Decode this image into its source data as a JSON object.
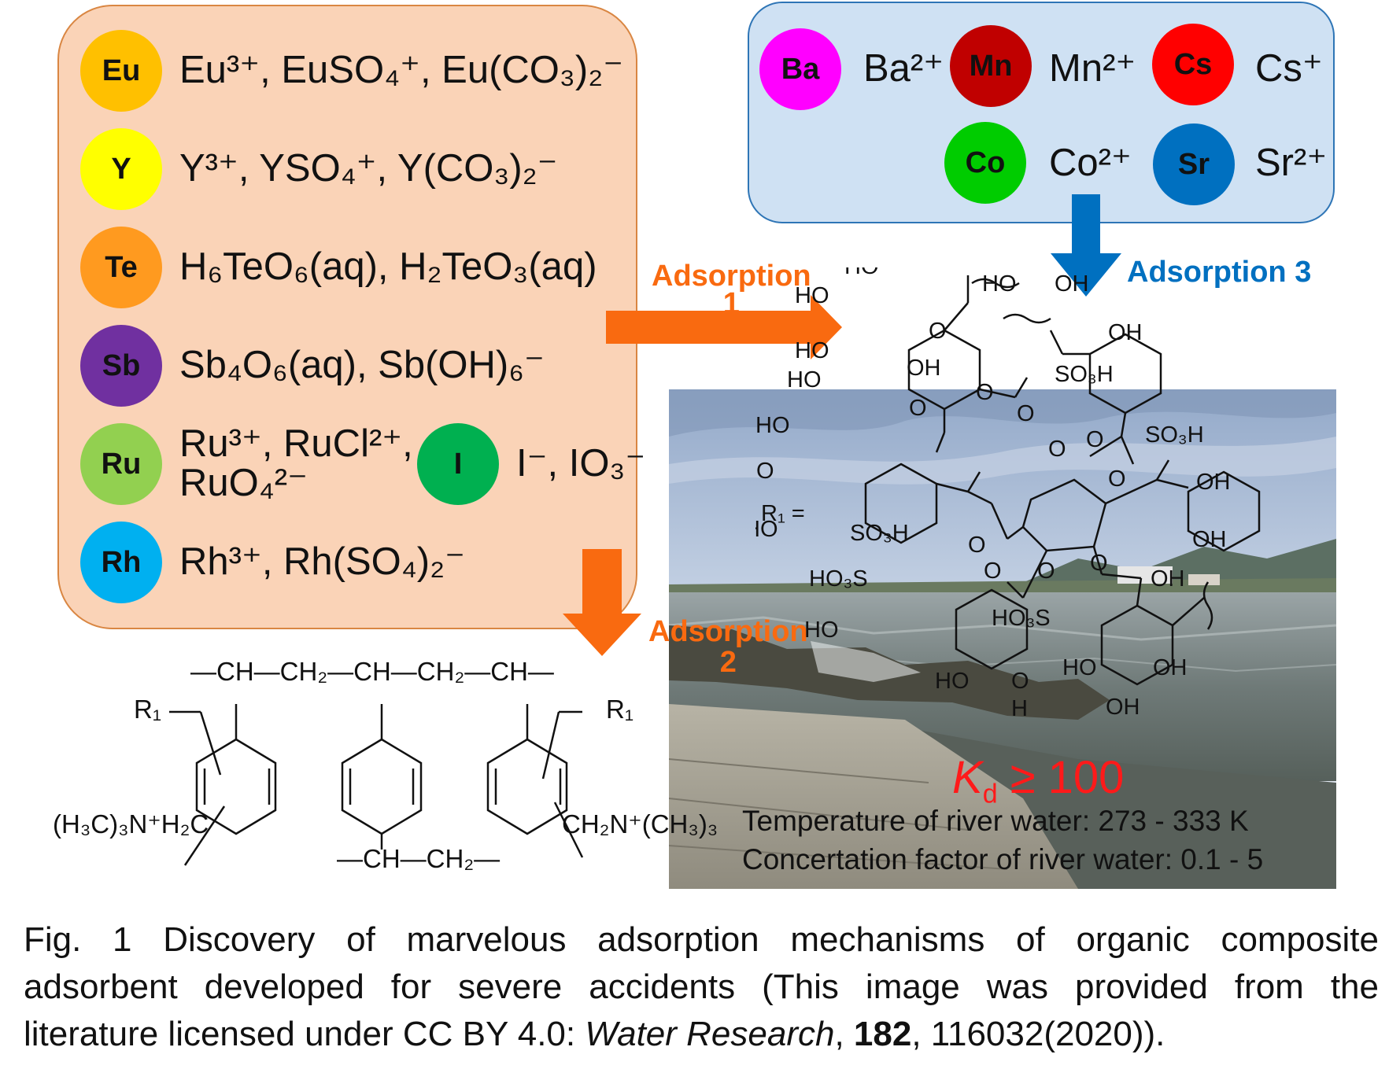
{
  "left_panel": {
    "rows": [
      {
        "symbol": "Eu",
        "color": "#ffc000",
        "text_color": "#111111",
        "species": "Eu³⁺, EuSO₄⁺, Eu(CO₃)₂⁻"
      },
      {
        "symbol": "Y",
        "color": "#ffff00",
        "text_color": "#111111",
        "species": "Y³⁺, YSO₄⁺, Y(CO₃)₂⁻"
      },
      {
        "symbol": "Te",
        "color": "#ff9a1f",
        "text_color": "#111111",
        "species": "H₆TeO₆(aq), H₂TeO₃(aq)"
      },
      {
        "symbol": "Sb",
        "color": "#7030a0",
        "text_color": "#111111",
        "species": "Sb₄O₆(aq), Sb(OH)₆⁻"
      },
      {
        "symbol": "Ru",
        "color": "#92d050",
        "text_color": "#111111",
        "species_line1": "Ru³⁺, RuCl²⁺,",
        "species_line2": "RuO₄²⁻"
      },
      {
        "symbol": "Rh",
        "color": "#00b0f0",
        "text_color": "#111111",
        "species": "Rh³⁺, Rh(SO₄)₂⁻"
      }
    ],
    "iodine": {
      "symbol": "I",
      "color": "#00b050",
      "text_color": "#111111",
      "species": "I⁻, IO₃⁻"
    }
  },
  "right_panel": {
    "items": [
      {
        "symbol": "Ba",
        "color": "#ff00ff",
        "ion": "Ba²⁺"
      },
      {
        "symbol": "Mn",
        "color": "#c00000",
        "ion": "Mn²⁺"
      },
      {
        "symbol": "Cs",
        "color": "#ff0000",
        "ion": "Cs⁺"
      },
      {
        "symbol": "Co",
        "color": "#00cc00",
        "ion": "Co²⁺"
      },
      {
        "symbol": "Sr",
        "color": "#0070c0",
        "ion": "Sr²⁺"
      }
    ]
  },
  "adsorption": {
    "a1": {
      "line1": "Adsorption",
      "line2": "1",
      "color": "#f96a10"
    },
    "a2": {
      "line1": "Adsorption",
      "line2": "2",
      "color": "#f96a10"
    },
    "a3": {
      "label": "Adsorption 3",
      "color": "#0070c0"
    }
  },
  "polymer": {
    "backbone": "—CH—CH₂—CH—CH₂—CH—",
    "r1_left": "R₁",
    "r1_right": "R₁",
    "amine_left": "(H₃C)₃N⁺H₂C",
    "amine_right": "CH₂N⁺(CH₃)₃",
    "bottom_chain": "—CH—CH₂—"
  },
  "tannin": {
    "r1_label": "R₁ =",
    "labels": [
      "HO",
      "HO",
      "HO",
      "HO",
      "OH",
      "O",
      "HO",
      "OH",
      "OH",
      "SO₃H",
      "HO",
      "HO",
      "HO",
      "O",
      "O",
      "O",
      "O",
      "O",
      "O",
      "SO₃H",
      "OH",
      "OH",
      "SO₃H",
      "O",
      "HO₃S",
      "O",
      "O",
      "O",
      "OH",
      "HO",
      "HO₃S",
      "HO",
      "O",
      "H",
      "HO",
      "OH",
      "OH"
    ]
  },
  "photo_text": {
    "kd_symbol": "K",
    "kd_sub": "d",
    "kd_rest": " ≥ 100",
    "temperature": "Temperature of river water: 273 - 333 K",
    "concentration": "Concertation factor of river water: 0.1 - 5"
  },
  "caption": {
    "line1": "Fig. 1 Discovery of marvelous adsorption mechanisms of organic composite",
    "line2": "adsorbent developed for severe accidents (This image was provided from the",
    "line3_prefix": "literature licensed under CC BY 4.0: ",
    "journal": "Water Research",
    "sep": ", ",
    "volume": "182",
    "suffix": ", 116032(2020))."
  },
  "colors": {
    "orange_arrow": "#f96a10",
    "blue_arrow": "#0070c0"
  }
}
